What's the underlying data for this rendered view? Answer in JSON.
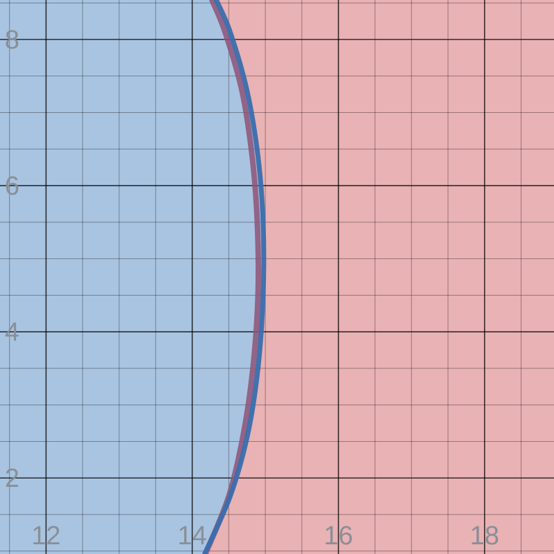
{
  "chart_data": {
    "type": "line",
    "title": "",
    "xlabel": "",
    "ylabel": "",
    "xlim": [
      11.37,
      18.95
    ],
    "ylim": [
      0.96,
      8.54
    ],
    "x_ticks": [
      12,
      14,
      16,
      18
    ],
    "y_ticks": [
      2,
      4,
      6,
      8
    ],
    "x_tick_labels": [
      "12",
      "14",
      "16",
      "18"
    ],
    "y_tick_labels": [
      "2",
      "4",
      "6",
      "8"
    ],
    "grid": true,
    "minor_grid_step": 0.5,
    "regions": [
      {
        "name": "",
        "color": "#a9c4e1",
        "side": "left"
      },
      {
        "name": "",
        "color": "#e9b2b4",
        "side": "right"
      }
    ],
    "series": [
      {
        "color": "#8e5377",
        "points": [
          {
            "x": 14.18,
            "y": 0.96
          },
          {
            "x": 14.5,
            "y": 1.75
          },
          {
            "x": 14.7,
            "y": 2.6
          },
          {
            "x": 14.83,
            "y": 3.5
          },
          {
            "x": 14.9,
            "y": 4.5
          },
          {
            "x": 14.89,
            "y": 5.5
          },
          {
            "x": 14.82,
            "y": 6.4
          },
          {
            "x": 14.68,
            "y": 7.3
          },
          {
            "x": 14.45,
            "y": 8.1
          },
          {
            "x": 14.27,
            "y": 8.54
          }
        ]
      },
      {
        "color": "#3a6ead",
        "points": [
          {
            "x": 14.17,
            "y": 0.96
          },
          {
            "x": 14.52,
            "y": 1.75
          },
          {
            "x": 14.76,
            "y": 2.6
          },
          {
            "x": 14.9,
            "y": 3.5
          },
          {
            "x": 14.97,
            "y": 4.5
          },
          {
            "x": 14.97,
            "y": 5.5
          },
          {
            "x": 14.9,
            "y": 6.4
          },
          {
            "x": 14.75,
            "y": 7.3
          },
          {
            "x": 14.52,
            "y": 8.1
          },
          {
            "x": 14.33,
            "y": 8.54
          }
        ]
      }
    ],
    "colors": {
      "grid_major": "#000000",
      "grid_minor": "#000000",
      "tick_label": "#8a8f97"
    }
  }
}
